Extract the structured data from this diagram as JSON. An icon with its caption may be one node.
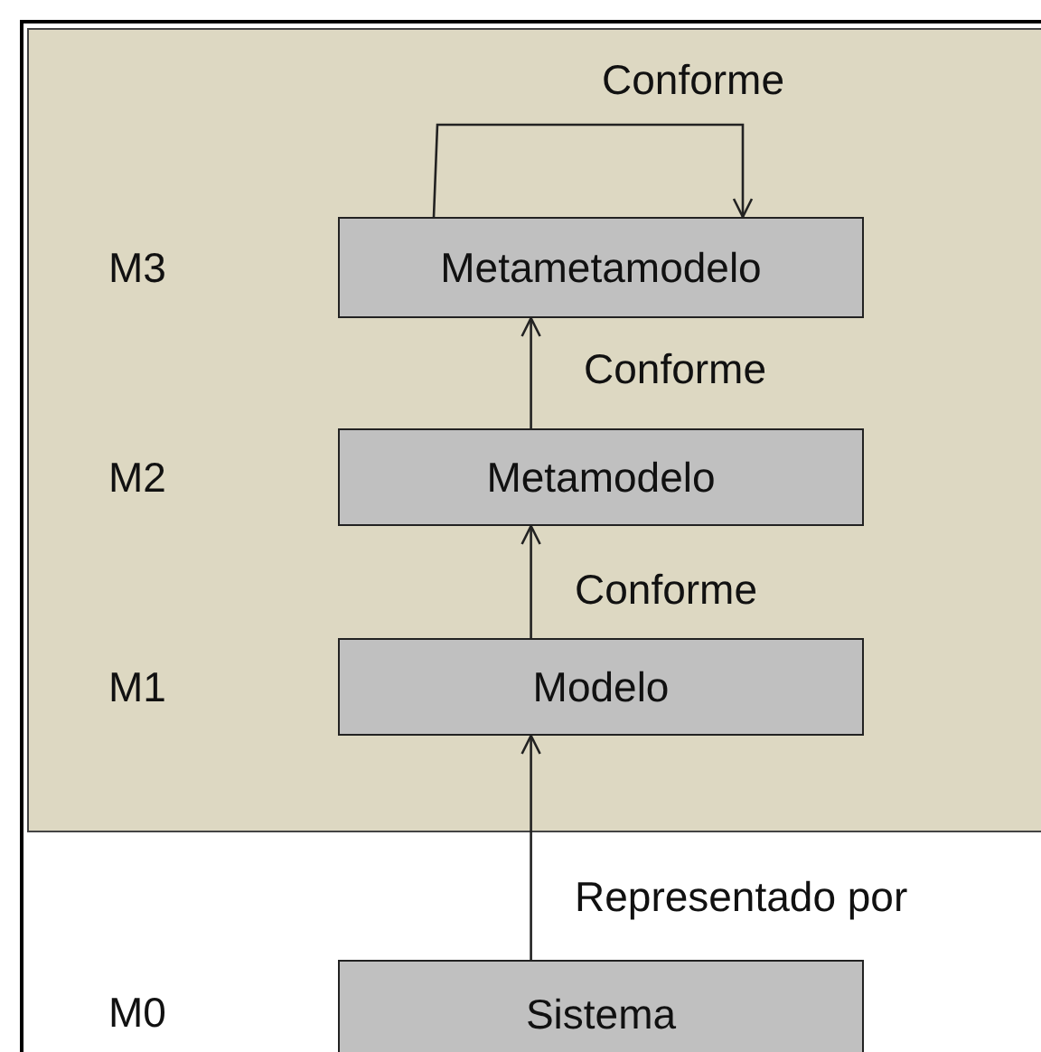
{
  "diagram": {
    "nodes": [
      {
        "text": [
          "Metametamodelo"
        ]
      },
      {
        "text": [
          "Metamodelo"
        ]
      },
      {
        "text": [
          "Modelo"
        ]
      },
      {
        "text": [
          "Sistema"
        ]
      }
    ],
    "edges": [
      {
        "from": 0,
        "to": 0,
        "arrow": "to",
        "label": "Conforme"
      },
      {
        "from": 1,
        "to": 0,
        "arrow": "to",
        "label": "Conforme"
      },
      {
        "from": 2,
        "to": 1,
        "arrow": "to",
        "label": "Conforme"
      },
      {
        "from": 3,
        "to": 2,
        "arrow": "to",
        "label": "Representado por"
      }
    ],
    "labels": [
      "M3",
      "M2",
      "M1",
      "M0"
    ]
  }
}
